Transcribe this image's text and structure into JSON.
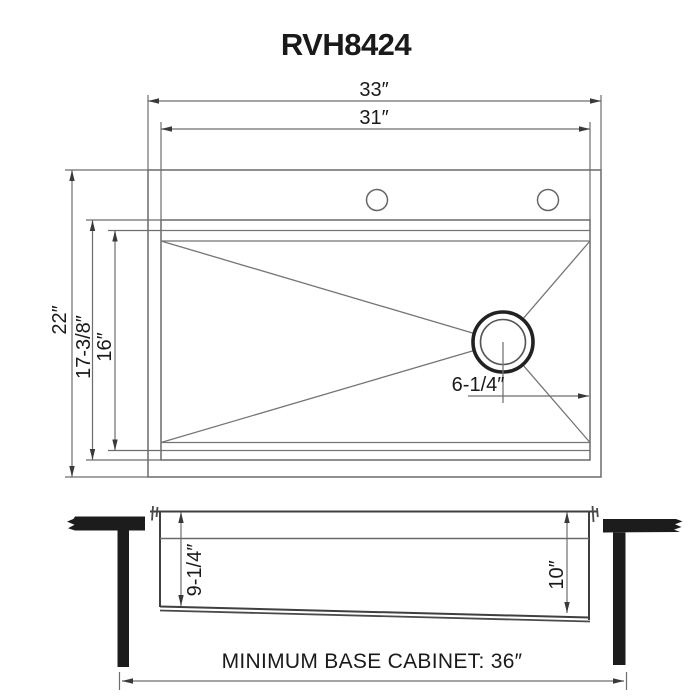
{
  "title": "RVH8424",
  "colors": {
    "line_gray": "#757575",
    "profile_dark": "#3f3f3f",
    "solid_black": "#1c1c1c",
    "text": "#1a1a1a"
  },
  "top_view": {
    "dim_overall_width": "33″",
    "dim_inner_width": "31″",
    "dim_overall_depth": "22″",
    "dim_bowl_outer_depth": "17-3/8″",
    "dim_bowl_inner_depth": "16″",
    "dim_drain_offset": "6-1/4″",
    "faucet_hole_count": 2
  },
  "section_view": {
    "dim_depth_left": "9-1/4″",
    "dim_depth_right": "10″"
  },
  "footer": {
    "cabinet_note": "MINIMUM BASE CABINET: 36″"
  }
}
